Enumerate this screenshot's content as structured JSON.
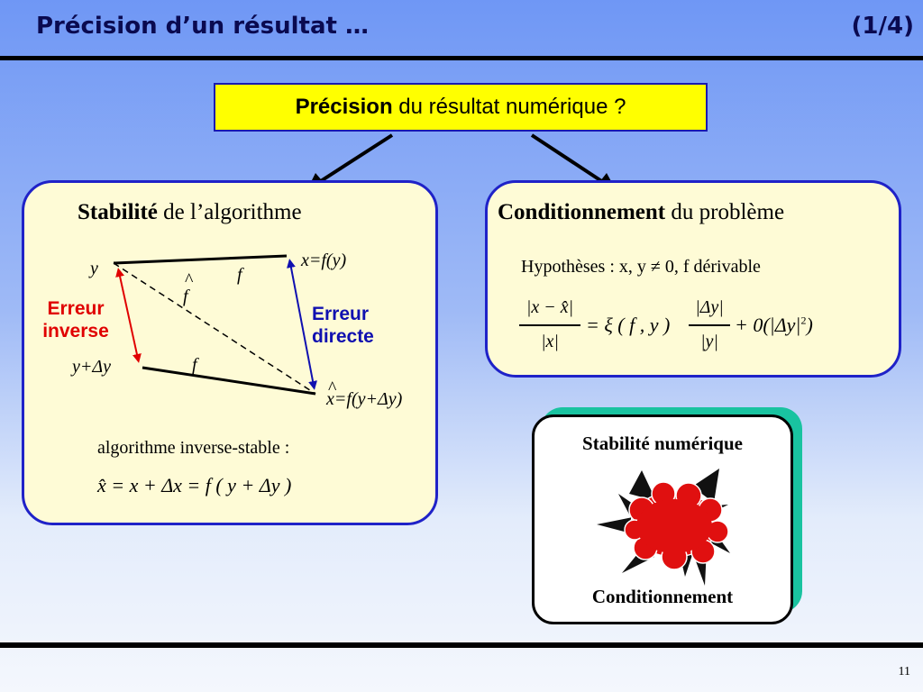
{
  "header": {
    "title": "Précision d’un résultat …",
    "counter": "(1/4)"
  },
  "question": {
    "bold": "Précision",
    "rest": " du résultat numérique ?"
  },
  "left_panel": {
    "title_bold": "Stabilité",
    "title_rest": " de l’algorithme",
    "y": "y",
    "x_eq": "x=f(y)",
    "f_top": "f",
    "f_hat": "f",
    "hat": "^",
    "y_dy": "y+Δy",
    "f_bottom": "f",
    "xhat_eq": "=f(y+Δy)",
    "x": "x",
    "erreur_inverse_1": "Erreur",
    "erreur_inverse_2": "inverse",
    "erreur_directe_1": "Erreur",
    "erreur_directe_2": "directe",
    "stable_text": "algorithme inverse-stable :",
    "formula": "x̂ = x + Δx = f ( y + Δy )"
  },
  "right_panel": {
    "title_bold": "Conditionnement",
    "title_rest": " du problème",
    "hypotheses": "Hypothèses : x, y ≠ 0,  f  dérivable",
    "num_left": "|x − x̂|",
    "den_left": "|x|",
    "middle": "= ξ ( f , y )",
    "num_right": "|Δy|",
    "den_right": "|y|",
    "tail": "+ 0(|Δy|",
    "sq": "2",
    "close": ")"
  },
  "bottom_panel": {
    "top_label": "Stabilité numérique",
    "bottom_label": "Conditionnement"
  },
  "page_number": "11",
  "colors": {
    "panel_border": "#1f22c8",
    "panel_fill": "#fefbd6",
    "question_fill": "#ffff00",
    "red": "#e00000",
    "blue": "#1010b0",
    "shadow": "#19c3a0",
    "explosion": "#e01010"
  }
}
